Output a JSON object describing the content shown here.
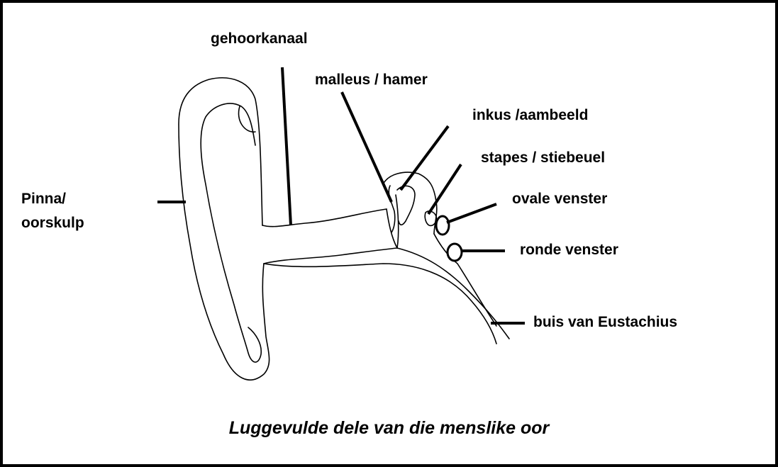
{
  "labels": {
    "gehoorkanaal": "gehoorkanaal",
    "malleus": "malleus / hamer",
    "inkus": "inkus /aambeeld",
    "stapes": "stapes / stiebeuel",
    "ovale": "ovale venster",
    "ronde": "ronde venster",
    "eustachius": "buis van Eustachius",
    "pinna_line1": "Pinna/",
    "pinna_line2": "oorskulp"
  },
  "caption": "Luggevulde dele van die menslike oor",
  "colors": {
    "ink": "#000000",
    "background": "#ffffff"
  }
}
